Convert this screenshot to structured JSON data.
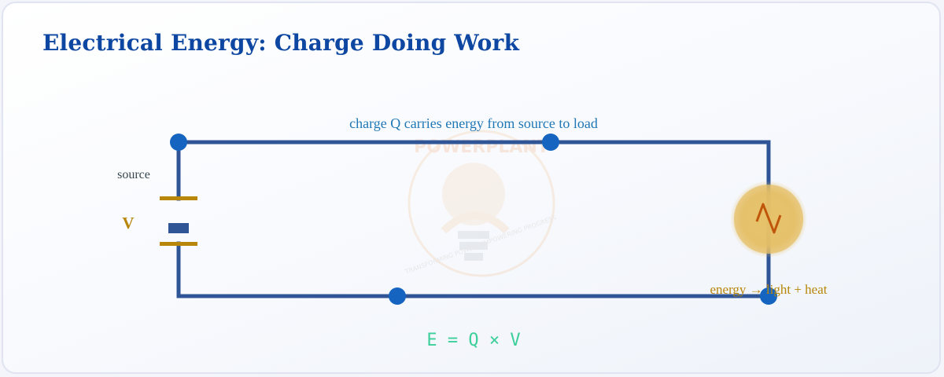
{
  "title": "Electrical Energy: Charge Doing Work",
  "labels": {
    "top_wire": "charge Q carries energy from source to load",
    "source": "source",
    "voltage": "V",
    "load": "energy → light + heat",
    "equation": "E = Q × V"
  },
  "watermark": {
    "arc_text": "POWERPLANT",
    "tagline": "TRANSFORMING POWER, EMPOWERING PROGRESS"
  },
  "colors": {
    "title": "#0d47a1",
    "wire": "#2f5597",
    "node": "#1565c0",
    "battery_plate": "#b8860b",
    "voltage_label": "#b8860b",
    "source_label": "#37474f",
    "top_label": "#1f77b4",
    "bulb_glow": "#e6c06a",
    "filament": "#c0560a",
    "load_label": "#b8860b",
    "equation": "#3ccf9a"
  },
  "icons": {
    "battery": "battery-icon",
    "bulb": "light-bulb-icon",
    "watermark": "plug-bulb-logo"
  }
}
